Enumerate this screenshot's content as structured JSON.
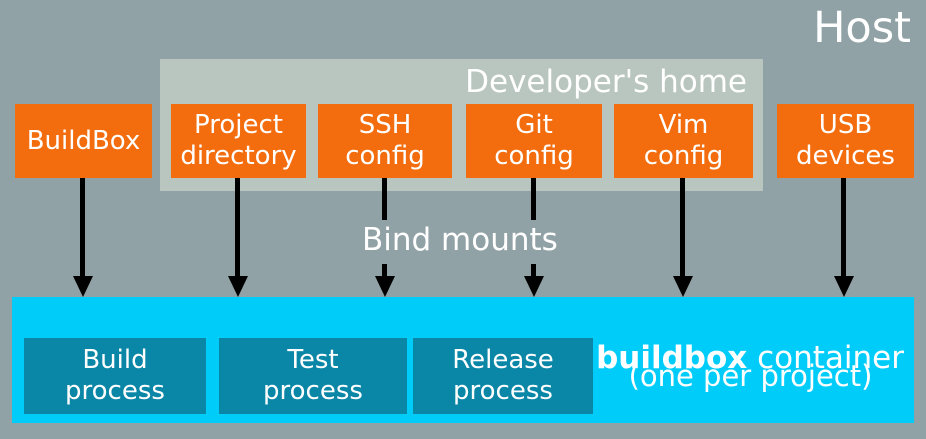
{
  "colors": {
    "bg": "#91A2A6",
    "panel": "#B9C6BF",
    "orange": "#F36C0D",
    "cyan": "#00CCFA",
    "teal": "#0A86A6",
    "arrow": "#000000",
    "text": "#FFFFFF"
  },
  "host_label": "Host",
  "developer_home": {
    "label": "Developer's home"
  },
  "host_boxes": [
    {
      "id": "buildbox",
      "label": "BuildBox"
    },
    {
      "id": "project-directory",
      "label": "Project\ndirectory"
    },
    {
      "id": "ssh-config",
      "label": "SSH\nconfig"
    },
    {
      "id": "git-config",
      "label": "Git\nconfig"
    },
    {
      "id": "vim-config",
      "label": "Vim\nconfig"
    },
    {
      "id": "usb-devices",
      "label": "USB\ndevices"
    }
  ],
  "bind_mounts_label": "Bind mounts",
  "container": {
    "title_bold": "buildbox",
    "title_rest": " container",
    "subtitle": "(one per project)",
    "processes": [
      {
        "id": "build-process",
        "label": "Build\nprocess"
      },
      {
        "id": "test-process",
        "label": "Test\nprocess"
      },
      {
        "id": "release-process",
        "label": "Release\nprocess"
      }
    ]
  }
}
